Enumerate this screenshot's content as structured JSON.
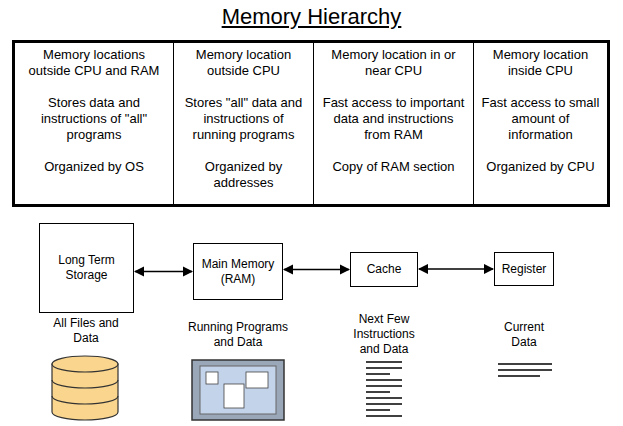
{
  "diagram": {
    "title": "Memory Hierarchy",
    "nodes": [
      {
        "text": [
          "Long Term Storage"
        ]
      },
      {
        "text": [
          "Main Memory (RAM)"
        ]
      },
      {
        "text": [
          "Cache"
        ]
      },
      {
        "text": [
          "Register"
        ]
      }
    ],
    "edges": [
      {
        "from": 0,
        "to": 1,
        "arrow": "both"
      },
      {
        "from": 1,
        "to": 2,
        "arrow": "both"
      },
      {
        "from": 2,
        "to": 3,
        "arrow": "both"
      }
    ],
    "labels": [
      "Memory locations outside CPU and RAM",
      "Stores data and instructions of \"all\" programs",
      "Organized by OS",
      "Memory location outside CPU",
      "Stores \"all\" data and instructions of running programs",
      "Organized by addresses",
      "Memory location in or near CPU",
      "Fast access to important data and instructions from RAM",
      "Copy of RAM section",
      "Memory location inside CPU",
      "Fast access to small amount of information",
      "Organized by CPU",
      "All Files and Data",
      "Running Programs and Data",
      "Next Few Instructions and Data",
      "Current Data"
    ]
  }
}
